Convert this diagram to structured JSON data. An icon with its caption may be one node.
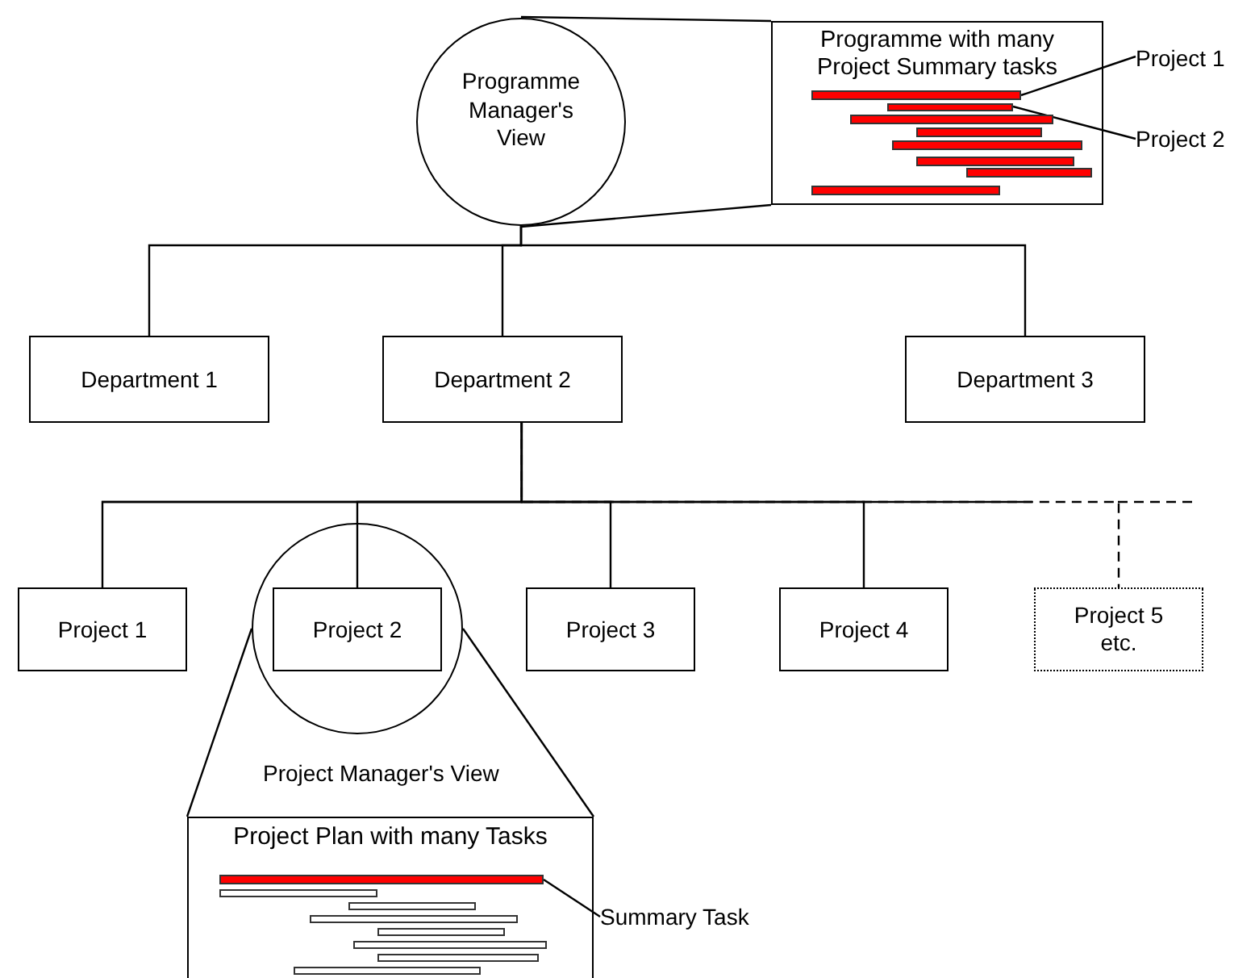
{
  "diagram": {
    "nodes": [
      {
        "text": [
          "Programme Manager's View"
        ]
      },
      {
        "text": [
          "Programme with many Project Summary tasks"
        ]
      },
      {
        "text": [],
        "shape": "bar",
        "in": 1
      },
      {
        "text": [],
        "shape": "bar",
        "in": 1
      },
      {
        "text": [
          "Project 1"
        ]
      },
      {
        "text": [
          "Project 2"
        ]
      },
      {
        "text": [
          "Department 1"
        ]
      },
      {
        "text": [
          "Department 2"
        ]
      },
      {
        "text": [
          "Department 3"
        ]
      },
      {
        "text": [
          "Project 1"
        ]
      },
      {
        "text": [],
        "shape": "circle"
      },
      {
        "text": [
          "Project 2"
        ],
        "in": 10
      },
      {
        "text": [
          "Project 3"
        ]
      },
      {
        "text": [
          "Project 4"
        ]
      },
      {
        "text": [
          "Project 5 etc."
        ]
      },
      {
        "text": [
          "Project Plan with many Tasks"
        ]
      },
      {
        "text": [],
        "shape": "bar",
        "in": 15
      },
      {
        "text": [
          "Summary Task"
        ]
      }
    ],
    "edges": [
      {
        "from": 0,
        "to": 1,
        "arrow": "none"
      },
      {
        "from": 0,
        "to": 1,
        "arrow": "none"
      },
      {
        "from": 0,
        "to": 6,
        "arrow": "none"
      },
      {
        "from": 0,
        "to": 7,
        "arrow": "none"
      },
      {
        "from": 0,
        "to": 8,
        "arrow": "none"
      },
      {
        "from": 4,
        "to": 2,
        "arrow": "none"
      },
      {
        "from": 5,
        "to": 3,
        "arrow": "none"
      },
      {
        "from": 7,
        "to": 9,
        "arrow": "none"
      },
      {
        "from": 7,
        "to": 11,
        "arrow": "none"
      },
      {
        "from": 7,
        "to": 12,
        "arrow": "none"
      },
      {
        "from": 7,
        "to": 13,
        "arrow": "none"
      },
      {
        "from": 7,
        "to": 14,
        "arrow": "none",
        "style": "dashed"
      },
      {
        "from": 10,
        "to": 15,
        "arrow": "none"
      },
      {
        "from": 10,
        "to": 15,
        "arrow": "none"
      },
      {
        "from": 17,
        "to": 16,
        "arrow": "none"
      }
    ],
    "labels": [
      "Project Manager's View"
    ]
  }
}
